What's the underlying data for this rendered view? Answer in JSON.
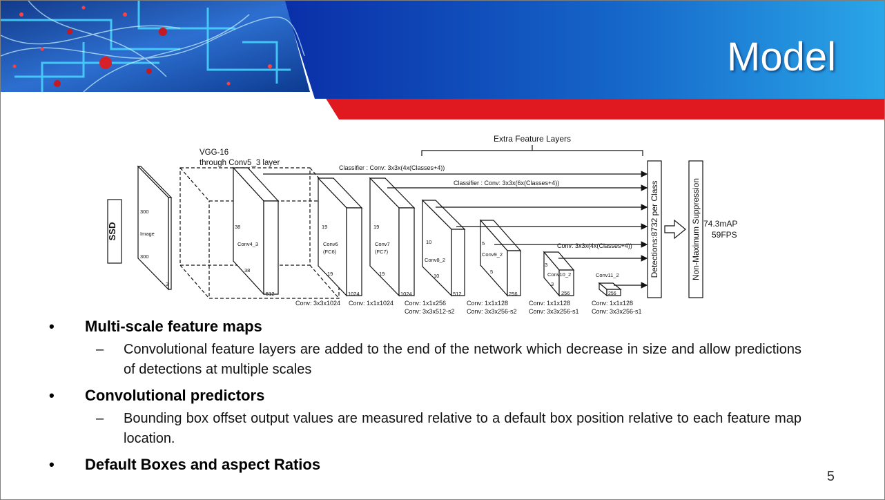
{
  "slide": {
    "title": "Model",
    "page_number": "5"
  },
  "diagram": {
    "ssd_label": "SSD",
    "image": {
      "size_top": "300",
      "name": "Image",
      "size_side": "300",
      "channels": "3"
    },
    "vgg_label_1": "VGG-16",
    "vgg_label_2": "through Conv5_3 layer",
    "extra_layers_label": "Extra Feature Layers",
    "classifier_1": "Classifier : Conv: 3x3x(4x(Classes+4))",
    "classifier_2": "Classifier : Conv: 3x3x(6x(Classes+4))",
    "classifier_3": "Conv: 3x3x(4x(Classes+4))",
    "blocks": [
      {
        "top": "38",
        "name": "Conv4_3",
        "sub": "",
        "bottom": "38",
        "depth": "512",
        "conv1": "Conv: 3x3x1024",
        "conv2": ""
      },
      {
        "top": "19",
        "name": "Conv6",
        "sub": "(FC6)",
        "bottom": "19",
        "depth": "1024",
        "conv1": "Conv: 1x1x1024",
        "conv2": ""
      },
      {
        "top": "19",
        "name": "Conv7",
        "sub": "(FC7)",
        "bottom": "19",
        "depth": "1024",
        "conv1": "Conv: 1x1x256",
        "conv2": "Conv: 3x3x512-s2"
      },
      {
        "top": "10",
        "name": "Conv8_2",
        "sub": "",
        "bottom": "10",
        "depth": "512",
        "conv1": "Conv: 1x1x128",
        "conv2": "Conv: 3x3x256-s2"
      },
      {
        "top": "5",
        "name": "Conv9_2",
        "sub": "",
        "bottom": "5",
        "depth": "256",
        "conv1": "Conv: 1x1x128",
        "conv2": "Conv: 3x3x256-s1"
      },
      {
        "top": "3",
        "name": "Conv10_2",
        "sub": "",
        "bottom": "3",
        "depth": "256",
        "conv1": "Conv: 1x1x128",
        "conv2": "Conv: 3x3x256-s1"
      },
      {
        "top": "",
        "name": "Conv11_2",
        "sub": "",
        "bottom": "",
        "depth": "256",
        "conv1": "",
        "conv2": ""
      }
    ],
    "detections_label": "Detections:8732 per Class",
    "nms_label": "Non-Maximum Suppression",
    "result_map": "74.3mAP",
    "result_fps": "59FPS"
  },
  "bullets": [
    {
      "text": "Multi-scale feature maps",
      "sub": "Convolutional feature layers are added to the end of the network which decrease in size and allow predictions of detections at multiple scales"
    },
    {
      "text": "Convolutional predictors",
      "sub": "Bounding box offset output values are measured relative to a default box position relative to each feature map location."
    },
    {
      "text": "Default Boxes and aspect Ratios",
      "sub": ""
    }
  ],
  "markers": {
    "bullet": "•",
    "dash": "–"
  }
}
